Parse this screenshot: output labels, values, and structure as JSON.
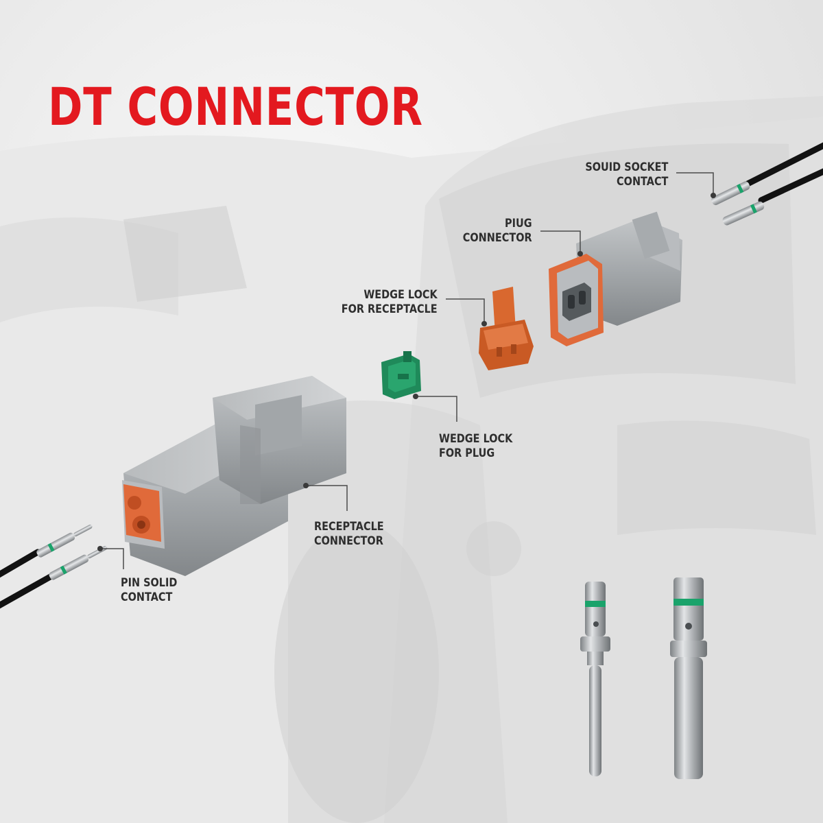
{
  "title": "DT CONNECTOR",
  "labels": {
    "solid_socket": {
      "line1": "SOUID SOCKET",
      "line2": "CONTACT"
    },
    "plug_connector": {
      "line1": "PIUG",
      "line2": "CONNECTOR"
    },
    "wedge_receptacle": {
      "line1": "WEDGE LOCK",
      "line2": "FOR RECEPTACLE"
    },
    "wedge_plug": {
      "line1": "WEDGE LOCK",
      "line2": "FOR PLUG"
    },
    "receptacle_connector": {
      "line1": "RECEPTACLE",
      "line2": "CONNECTOR"
    },
    "pin_contact": {
      "line1": "PIN SOLID",
      "line2": "CONTACT"
    }
  },
  "colors": {
    "title": "#e3191f",
    "connector_body": "#9fa3a6",
    "seal": "#e06a3a",
    "wedge_receptacle": "#d9682f",
    "wedge_plug": "#1f8a5a",
    "wire": "#121212",
    "contact_band": "#1aa36b"
  }
}
